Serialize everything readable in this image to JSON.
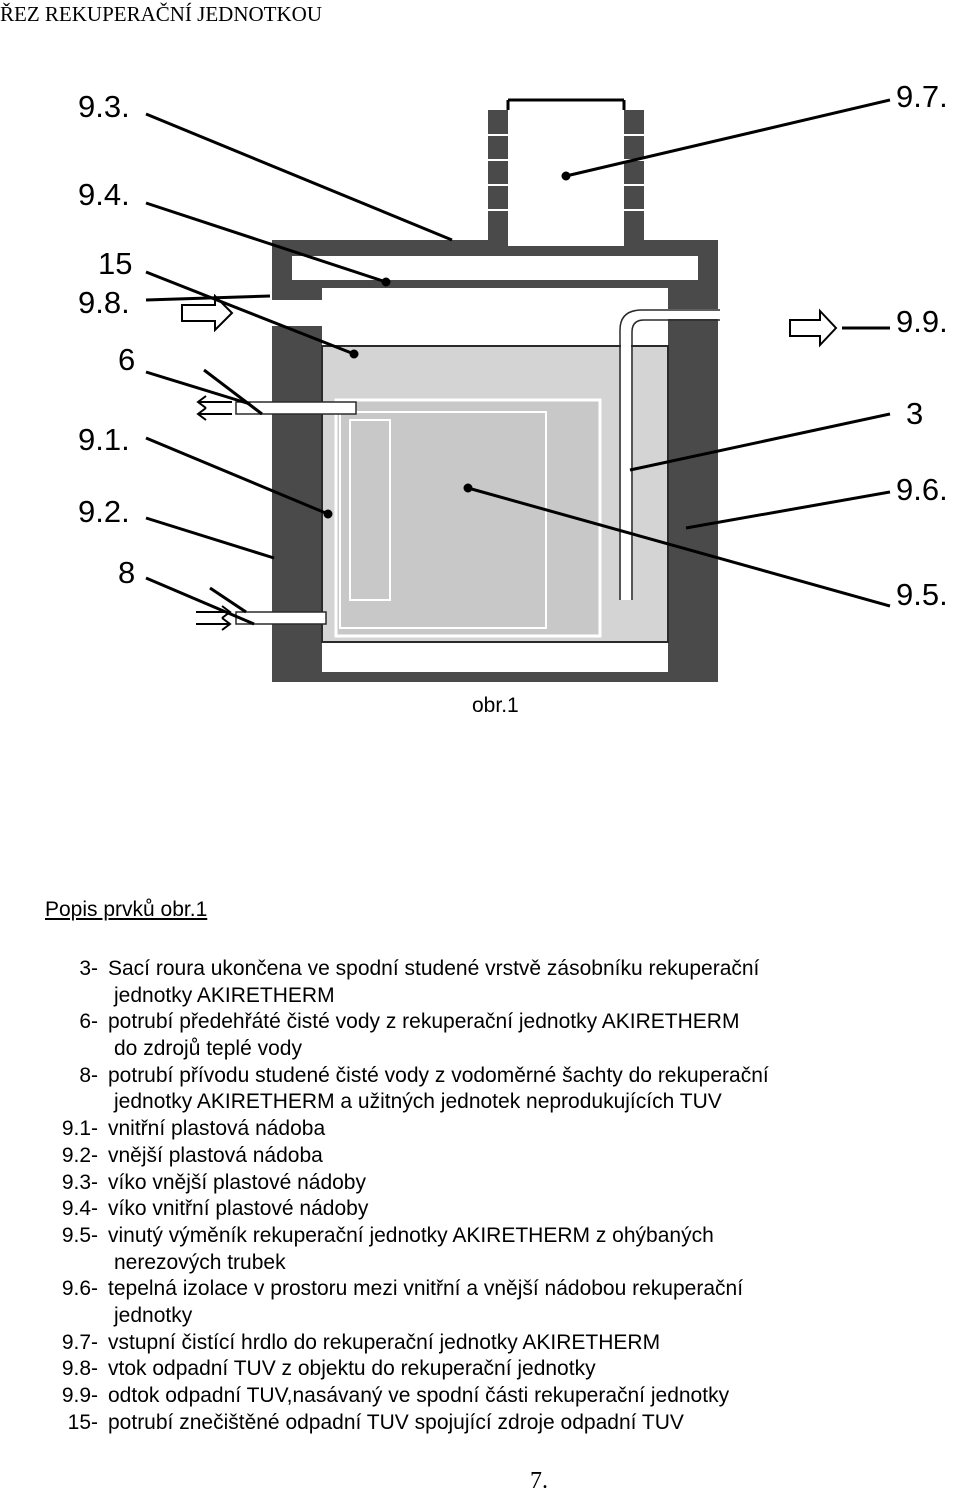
{
  "header": {
    "title": "ŘEZ REKUPERAČNÍ JEDNOTKOU"
  },
  "diagram": {
    "caption": "obr.1",
    "labels": {
      "l_9_3": "9.3.",
      "l_9_4": "9.4.",
      "l_15": "15",
      "l_9_8": "9.8.",
      "l_6": "6",
      "l_9_1": "9.1.",
      "l_9_2": "9.2.",
      "l_8": "8",
      "l_9_7": "9.7.",
      "l_9_9": "9.9.",
      "l_3": "3",
      "l_9_6": "9.6.",
      "l_9_5": "9.5."
    },
    "colors": {
      "outer_wall": "#4a4a4a",
      "insulation": "#9a9a9a",
      "water": "#d4d4d4",
      "inner_vessel": "#c8c8c8"
    }
  },
  "legend": {
    "title": "Popis prvků obr.1",
    "items": [
      {
        "code": "3-",
        "line1": "Sací roura ukončena ve spodní studené vrstvě zásobníku rekuperační",
        "line2": "jednotky AKIRETHERM"
      },
      {
        "code": "6-",
        "line1": "potrubí předehřáté čisté vody z rekuperační jednotky AKIRETHERM",
        "line2": "do zdrojů teplé vody"
      },
      {
        "code": "8-",
        "line1": "potrubí přívodu studené čisté vody z vodoměrné šachty do rekuperační",
        "line2": "jednotky AKIRETHERM a užitných jednotek neprodukujících TUV"
      },
      {
        "code": "9.1-",
        "line1": "vnitřní plastová nádoba",
        "line2": ""
      },
      {
        "code": "9.2-",
        "line1": "vnější plastová nádoba",
        "line2": ""
      },
      {
        "code": "9.3-",
        "line1": "víko vnější plastové nádoby",
        "line2": ""
      },
      {
        "code": "9.4-",
        "line1": "víko vnitřní plastové nádoby",
        "line2": ""
      },
      {
        "code": "9.5-",
        "line1": "vinutý výměník rekuperační jednotky AKIRETHERM z ohýbaných",
        "line2": "nerezových trubek"
      },
      {
        "code": "9.6-",
        "line1": "tepelná izolace v prostoru mezi vnitřní a vnější nádobou rekuperační",
        "line2": "jednotky"
      },
      {
        "code": "9.7-",
        "line1": "vstupní čistící hrdlo do rekuperační jednotky AKIRETHERM",
        "line2": ""
      },
      {
        "code": "9.8-",
        "line1": "vtok odpadní TUV z objektu do rekuperační jednotky",
        "line2": ""
      },
      {
        "code": "9.9-",
        "line1": "odtok odpadní TUV,nasávaný ve spodní části rekuperační jednotky",
        "line2": ""
      },
      {
        "code": "15-",
        "line1": "potrubí znečištěné odpadní TUV spojující zdroje odpadní TUV",
        "line2": ""
      }
    ]
  },
  "page_number": "7."
}
